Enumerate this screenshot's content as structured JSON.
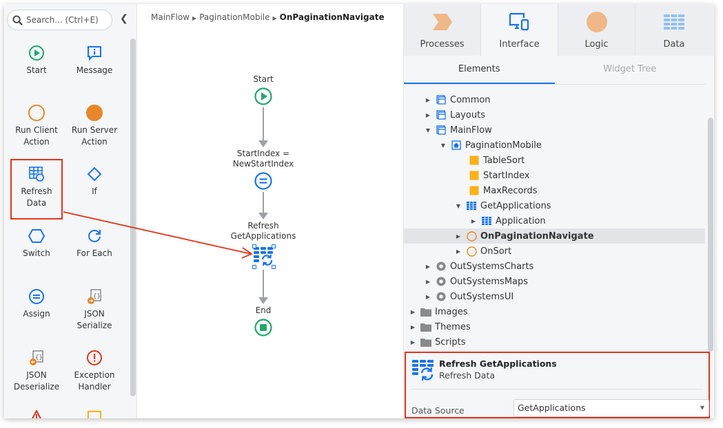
{
  "toolbox": {
    "search_placeholder": "Search... (Ctrl+E)",
    "collapse_icon": "chevron-left-icon",
    "tools": [
      {
        "label": "Start",
        "icon": "start-icon"
      },
      {
        "label": "Message",
        "icon": "message-icon"
      },
      {
        "label": "Run Client Action",
        "line1": "Run Client",
        "line2": "Action",
        "icon": "run-client-action-icon"
      },
      {
        "label": "Run Server Action",
        "line1": "Run Server",
        "line2": "Action",
        "icon": "run-server-action-icon"
      },
      {
        "label": "Refresh Data",
        "line1": "Refresh",
        "line2": "Data",
        "icon": "refresh-data-icon"
      },
      {
        "label": "If",
        "icon": "if-icon"
      },
      {
        "label": "Switch",
        "icon": "switch-icon"
      },
      {
        "label": "For Each",
        "icon": "for-each-icon"
      },
      {
        "label": "Assign",
        "icon": "assign-icon"
      },
      {
        "label": "JSON Serialize",
        "line1": "JSON",
        "line2": "Serialize",
        "icon": "json-serialize-icon"
      },
      {
        "label": "JSON Deserialize",
        "line1": "JSON",
        "line2": "Deserialize",
        "icon": "json-deserialize-icon"
      },
      {
        "label": "Exception Handler",
        "line1": "Exception",
        "line2": "Handler",
        "icon": "exception-handler-icon"
      }
    ]
  },
  "canvas": {
    "breadcrumb": [
      "MainFlow",
      "PaginationMobile",
      "OnPaginationNavigate"
    ],
    "nodes": [
      {
        "label": "Start",
        "type": "start"
      },
      {
        "line1": "StartIndex =",
        "line2": "NewStartIndex",
        "type": "assign"
      },
      {
        "line1": "Refresh",
        "line2": "GetApplications",
        "type": "refresh-data"
      },
      {
        "label": "End",
        "type": "end"
      }
    ]
  },
  "panel": {
    "tabs": [
      {
        "label": "Processes",
        "icon": "processes-icon"
      },
      {
        "label": "Interface",
        "icon": "interface-icon"
      },
      {
        "label": "Logic",
        "icon": "logic-icon"
      },
      {
        "label": "Data",
        "icon": "data-icon"
      }
    ],
    "active_tab": "Interface",
    "subtabs": [
      {
        "label": "Elements"
      },
      {
        "label": "Widget Tree"
      }
    ],
    "tree": [
      {
        "label": "Common",
        "indent": 1,
        "caret": "right",
        "icon": "ui-flow-icon"
      },
      {
        "label": "Layouts",
        "indent": 1,
        "caret": "right",
        "icon": "ui-flow-icon"
      },
      {
        "label": "MainFlow",
        "indent": 1,
        "caret": "down",
        "icon": "ui-flow-icon"
      },
      {
        "label": "PaginationMobile",
        "indent": 2,
        "caret": "down",
        "icon": "screen-icon"
      },
      {
        "label": "TableSort",
        "indent": 3,
        "caret": "",
        "icon": "variable-icon"
      },
      {
        "label": "StartIndex",
        "indent": 3,
        "caret": "",
        "icon": "variable-icon"
      },
      {
        "label": "MaxRecords",
        "indent": 3,
        "caret": "",
        "icon": "variable-icon"
      },
      {
        "label": "GetApplications",
        "indent": 3,
        "caret": "down",
        "icon": "aggregate-icon"
      },
      {
        "label": "Application",
        "indent": 4,
        "caret": "right",
        "icon": "entity-icon"
      },
      {
        "label": "OnPaginationNavigate",
        "indent": 3,
        "caret": "right",
        "icon": "client-action-icon",
        "selected": true
      },
      {
        "label": "OnSort",
        "indent": 3,
        "caret": "right",
        "icon": "client-action-icon"
      },
      {
        "label": "OutSystemsCharts",
        "indent": 1,
        "caret": "right",
        "icon": "module-icon"
      },
      {
        "label": "OutSystemsMaps",
        "indent": 1,
        "caret": "right",
        "icon": "module-icon"
      },
      {
        "label": "OutSystemsUI",
        "indent": 1,
        "caret": "right",
        "icon": "module-icon"
      },
      {
        "label": "Images",
        "indent": 0,
        "caret": "right",
        "icon": "folder-icon"
      },
      {
        "label": "Themes",
        "indent": 0,
        "caret": "right",
        "icon": "folder-icon"
      },
      {
        "label": "Scripts",
        "indent": 0,
        "caret": "right",
        "icon": "folder-icon"
      }
    ],
    "properties": {
      "title": "Refresh GetApplications",
      "subtitle": "Refresh Data",
      "field_label": "Data Source",
      "field_value": "GetApplications"
    }
  },
  "colors": {
    "accent_blue": "#1a73e8",
    "highlight_red": "#e0351b",
    "start_green": "#1fa86b",
    "action_orange": "#e8862a",
    "variable_yellow": "#fbb117"
  }
}
